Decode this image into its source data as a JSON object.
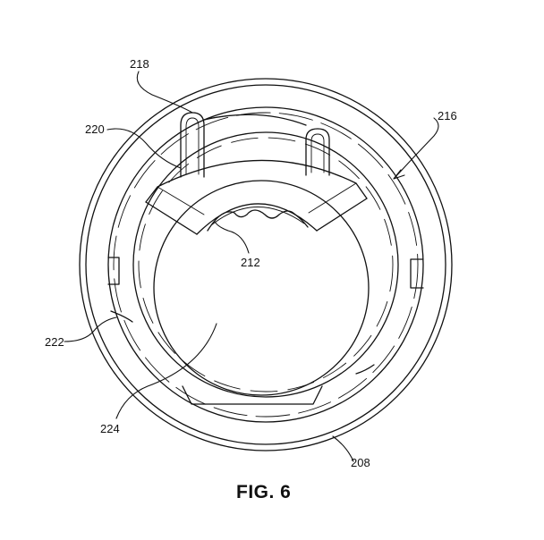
{
  "figure": {
    "caption": "FIG. 6",
    "labels": [
      {
        "id": "label-218",
        "text": "218"
      },
      {
        "id": "label-220",
        "text": "220"
      },
      {
        "id": "label-216",
        "text": "216"
      },
      {
        "id": "label-212",
        "text": "212"
      },
      {
        "id": "label-222",
        "text": "222"
      },
      {
        "id": "label-224",
        "text": "224"
      },
      {
        "id": "label-208",
        "text": "208"
      }
    ]
  }
}
